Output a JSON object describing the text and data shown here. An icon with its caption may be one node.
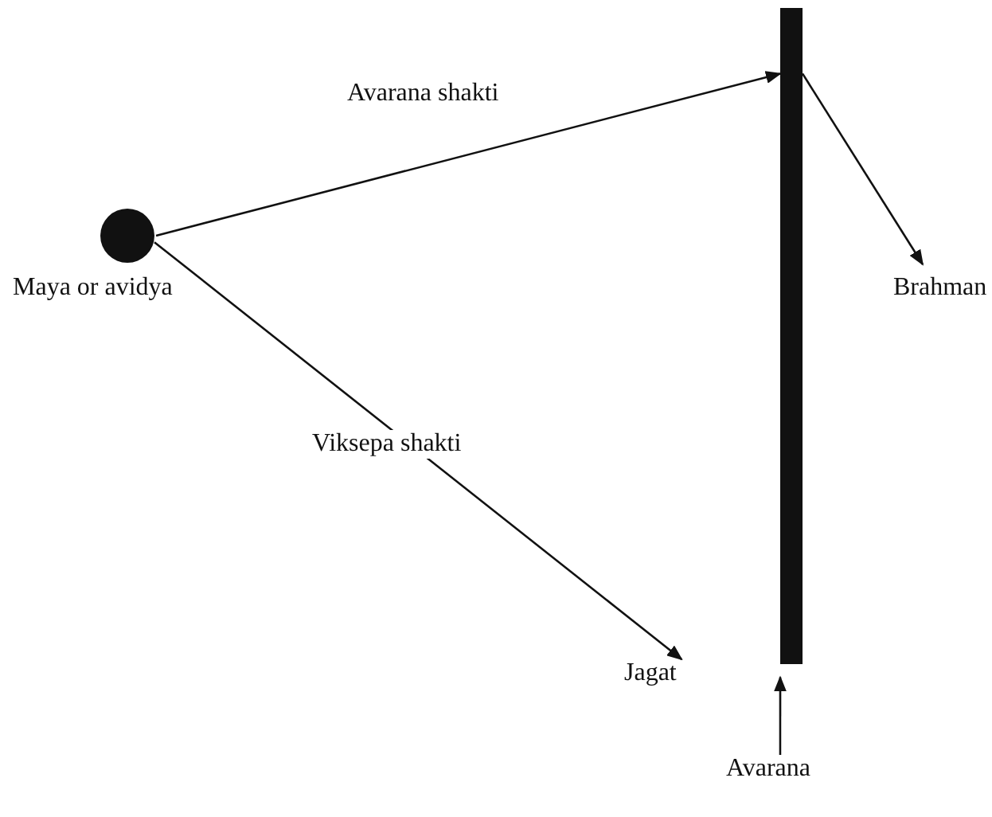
{
  "diagram": {
    "nodes": [
      {
        "text": [],
        "shape": "circle",
        "beside": [
          "Maya or avidya"
        ]
      },
      {
        "text": [],
        "shape": "bar"
      },
      {
        "text": [
          "Brahman"
        ]
      },
      {
        "text": [
          "Jagat"
        ]
      },
      {
        "text": [
          "Avarana"
        ]
      }
    ],
    "edges": [
      {
        "from": 0,
        "to": 1,
        "arrow": "to",
        "label": "Avarana shakti"
      },
      {
        "from": 0,
        "to": 3,
        "arrow": "to",
        "label": "Viksepa shakti"
      },
      {
        "from": 1,
        "to": 2,
        "arrow": "to"
      },
      {
        "from": 4,
        "to": 1,
        "arrow": "to"
      }
    ]
  }
}
